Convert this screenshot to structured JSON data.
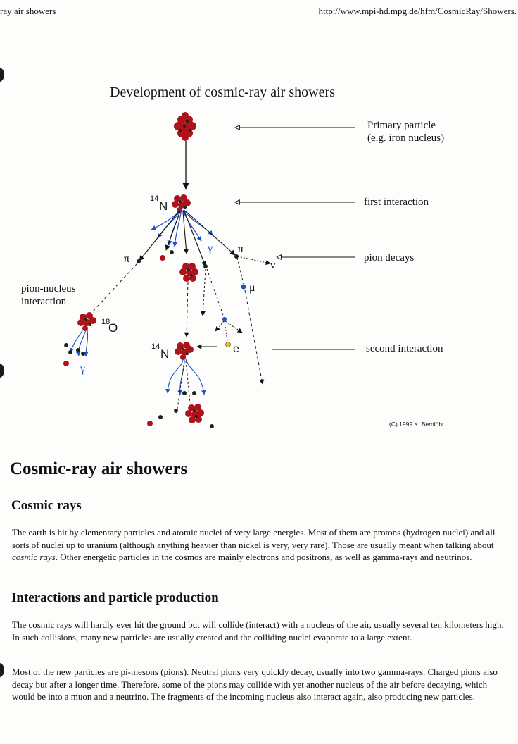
{
  "header": {
    "left": "ray air showers",
    "right": "http://www.mpi-hd.mpg.de/hfm/CosmicRay/Showers."
  },
  "figure": {
    "title": "Development of cosmic-ray air showers",
    "labels": {
      "primary_line1": "Primary particle",
      "primary_line2": "(e.g. iron nucleus)",
      "first_interaction": "first interaction",
      "pion_decays": "pion decays",
      "pion_nucleus_line1": "pion-nucleus",
      "pion_nucleus_line2": "interaction",
      "second_interaction": "second interaction",
      "copyright": "(C) 1999 K. Bernlöhr"
    },
    "symbols": {
      "n14_mass": "14",
      "n14_elem": "N",
      "o18_mass": "18",
      "o18_elem": "O",
      "pi": "π",
      "nu": "ν",
      "mu": "μ",
      "gamma": "γ",
      "electron": "e"
    },
    "colors": {
      "nucleus": "#b0121b",
      "dark_particle": "#16261d",
      "gamma_lines": "#2150c8",
      "electron": "#f0c020"
    }
  },
  "article": {
    "title": "Cosmic-ray air showers",
    "sections": [
      {
        "heading": "Cosmic rays",
        "paragraphs": [
          {
            "before": "The earth is hit by elementary particles and atomic nuclei of very large energies. Most of them are protons (hydrogen nuclei) and all sorts of nuclei up to uranium (although anything heavier than nickel is very, very rare). Those are usually meant when talking about ",
            "emph": "cosmic rays",
            "after": ". Other energetic particles in the cosmos are mainly electrons and positrons, as well as gamma-rays and neutrinos."
          }
        ]
      },
      {
        "heading": "Interactions and particle production",
        "paragraphs": [
          "The cosmic rays will hardly ever hit the ground but will collide (interact) with a nucleus of the air, usually several ten kilometers high. In such collisions, many new particles are usually created and the colliding nuclei evaporate to a large extent.",
          "Most of the new particles are pi-mesons (pions). Neutral pions very quickly decay, usually into two gamma-rays. Charged pions also decay but after a longer time. Therefore, some of the pions may collide with yet another nucleus of the air before decaying, which would be into a muon and a neutrino. The fragments of the incoming nucleus also interact again, also producing new particles."
        ]
      }
    ]
  }
}
